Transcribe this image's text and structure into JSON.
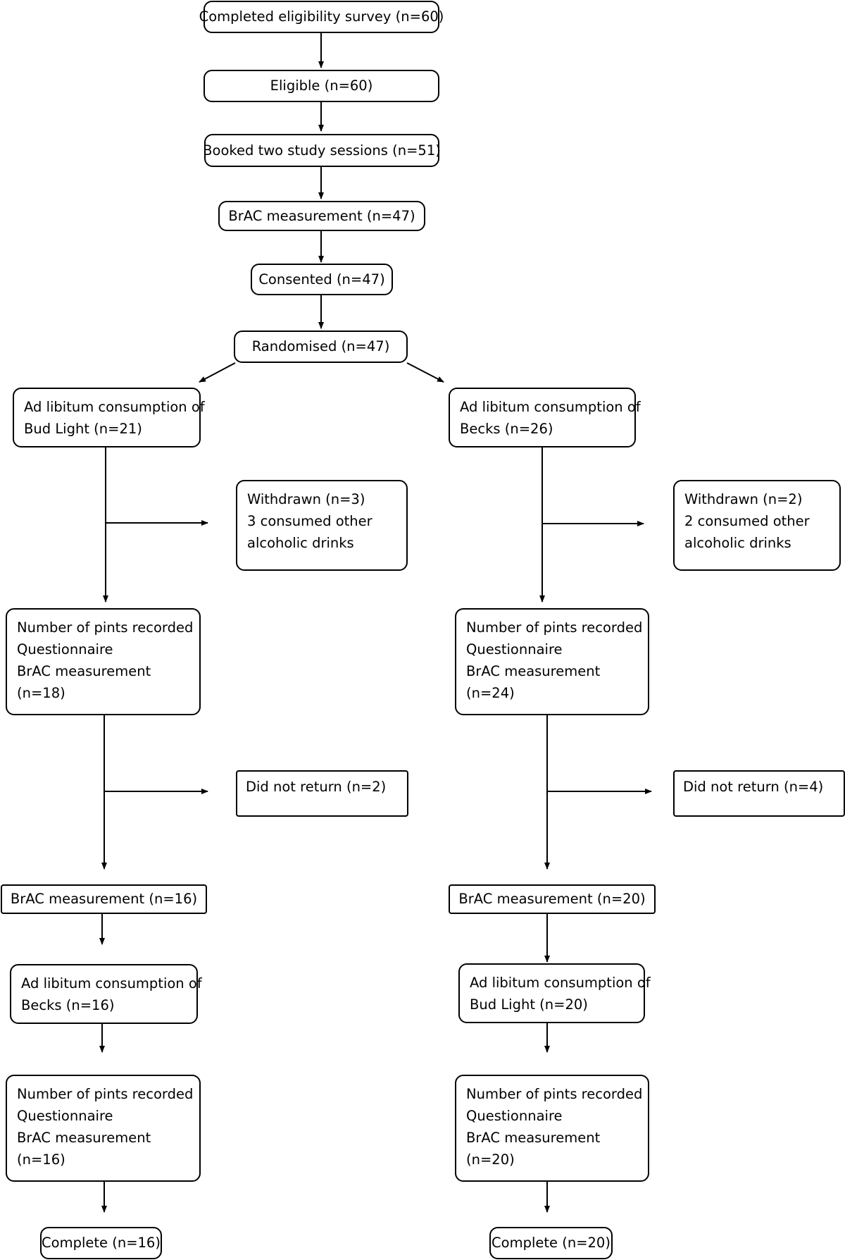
{
  "flowchart": {
    "top": {
      "survey": "Completed eligibility survey (n=60)",
      "eligible": "Eligible (n=60)",
      "booked": "Booked two study sessions (n=51)",
      "brac": "BrAC measurement  (n=47)",
      "consented": "Consented (n=47)",
      "randomised": "Randomised  (n=47)"
    },
    "left_arm": {
      "session1": [
        "Ad libitum consumption of",
        "Bud Light (n=21)"
      ],
      "withdrawn": [
        "Withdrawn (n=3)",
        "3 consumed other",
        "alcoholic drinks"
      ],
      "recorded1": [
        "Number of pints recorded",
        "Questionnaire",
        "BrAC measurement",
        "(n=18)"
      ],
      "did_not_return": "Did not return (n=2)",
      "brac2": "BrAC measurement  (n=16)",
      "session2": [
        "Ad libitum consumption of",
        "Becks (n=16)"
      ],
      "recorded2": [
        "Number of pints recorded",
        "Questionnaire",
        "BrAC measurement",
        "(n=16)"
      ],
      "complete": "Complete (n=16)"
    },
    "right_arm": {
      "session1": [
        "Ad libitum consumption of",
        "Becks (n=26)"
      ],
      "withdrawn": [
        "Withdrawn (n=2)",
        "2 consumed other",
        "alcoholic drinks"
      ],
      "recorded1": [
        "Number of pints recorded",
        "Questionnaire",
        "BrAC measurement",
        "(n=24)"
      ],
      "did_not_return": "Did not return (n=4)",
      "brac2": "BrAC measurement  (n=20)",
      "session2": [
        "Ad libitum consumption of",
        "Bud Light (n=20)"
      ],
      "recorded2": [
        "Number of pints recorded",
        "Questionnaire",
        "BrAC measurement",
        "(n=20)"
      ],
      "complete": "Complete (n=20)"
    }
  }
}
